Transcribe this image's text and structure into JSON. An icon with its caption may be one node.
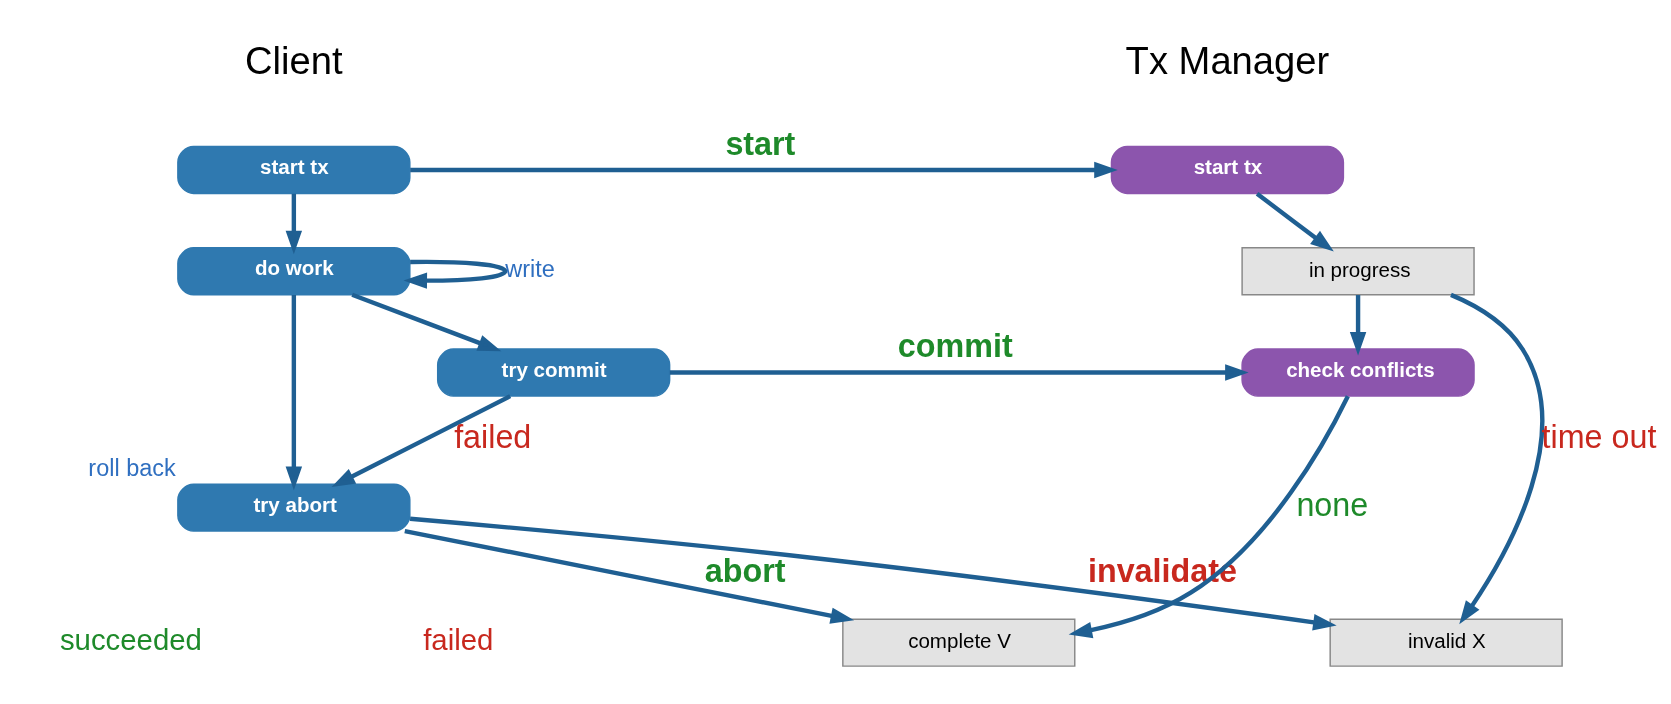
{
  "diagram": {
    "nodes": [
      {
        "text": [
          "start tx"
        ]
      },
      {
        "text": [
          "do work"
        ]
      },
      {
        "text": [
          "try commit"
        ]
      },
      {
        "text": [
          "try abort"
        ],
        "beside": [
          "roll back"
        ]
      },
      {
        "text": [
          "start tx"
        ]
      },
      {
        "text": [
          "in progress"
        ]
      },
      {
        "text": [
          "check conflicts"
        ]
      },
      {
        "text": [
          "complete V"
        ]
      },
      {
        "text": [
          "invalid X"
        ]
      }
    ],
    "edges": [
      {
        "from": 0,
        "to": 4,
        "arrow": "to",
        "label": "start"
      },
      {
        "from": 0,
        "to": 1,
        "arrow": "to"
      },
      {
        "from": 1,
        "to": 1,
        "arrow": "to",
        "label": "write"
      },
      {
        "from": 1,
        "to": 2,
        "arrow": "to"
      },
      {
        "from": 1,
        "to": 3,
        "arrow": "to"
      },
      {
        "from": 2,
        "to": 6,
        "arrow": "to",
        "label": "commit"
      },
      {
        "from": 2,
        "to": 3,
        "arrow": "to",
        "label": "failed"
      },
      {
        "from": 4,
        "to": 5,
        "arrow": "to"
      },
      {
        "from": 5,
        "to": 6,
        "arrow": "to"
      },
      {
        "from": 6,
        "to": 7,
        "arrow": "to",
        "label": "none"
      },
      {
        "from": 5,
        "to": 8,
        "arrow": "to",
        "label": "time out"
      },
      {
        "from": 3,
        "to": 7,
        "arrow": "to",
        "label": "abort"
      },
      {
        "from": 3,
        "to": 8,
        "arrow": "to",
        "label": "invalidate"
      }
    ],
    "labels": [
      "Client",
      "Tx Manager",
      "succeeded",
      "failed"
    ]
  }
}
